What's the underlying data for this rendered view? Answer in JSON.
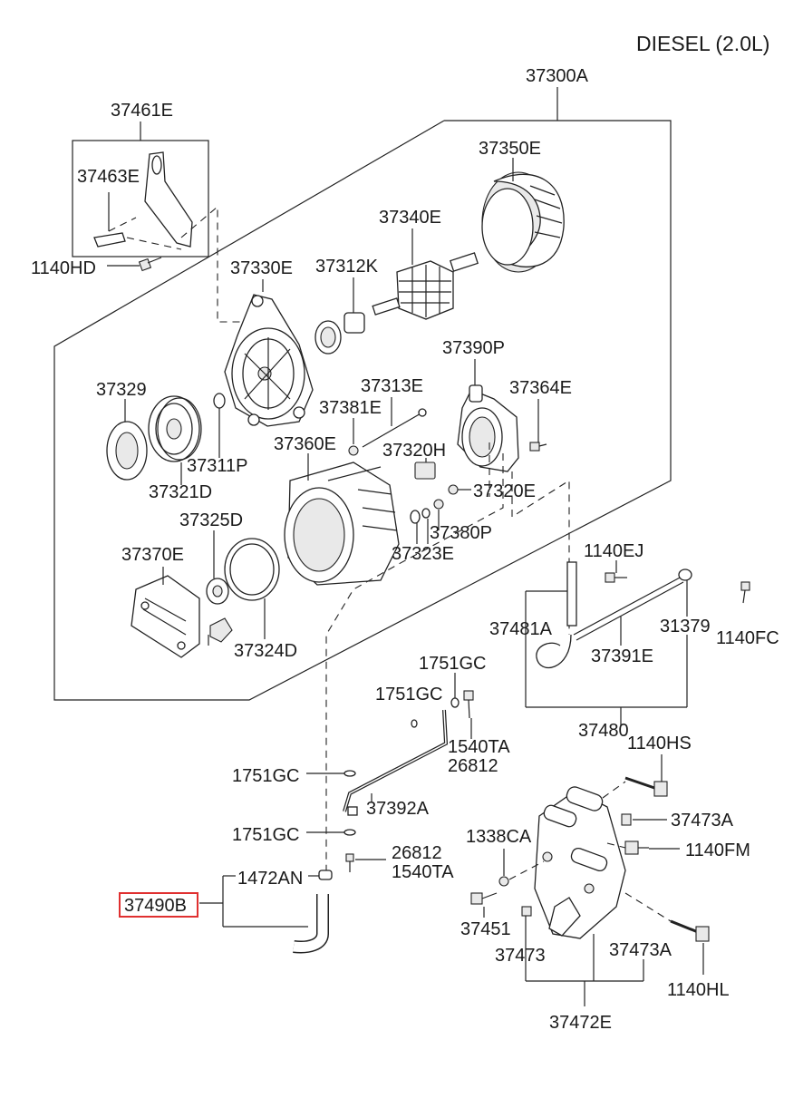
{
  "title": "DIESEL (2.0L)",
  "labels": {
    "l37300A": "37300A",
    "l37461E": "37461E",
    "l37463E": "37463E",
    "l1140HD": "1140HD",
    "l37350E": "37350E",
    "l37340E": "37340E",
    "l37330E": "37330E",
    "l37312K": "37312K",
    "l37390P": "37390P",
    "l37329": "37329",
    "l37313E": "37313E",
    "l37364E": "37364E",
    "l37381E": "37381E",
    "l37360E": "37360E",
    "l37320H": "37320H",
    "l37311P": "37311P",
    "l37321D": "37321D",
    "l37320E": "37320E",
    "l37325D": "37325D",
    "l37380P": "37380P",
    "l37323E": "37323E",
    "l37370E": "37370E",
    "l37324D": "37324D",
    "l1140EJ": "1140EJ",
    "l37481A": "37481A",
    "l31379": "31379",
    "l1140FC": "1140FC",
    "l37391E": "37391E",
    "l1751GC_a": "1751GC",
    "l1751GC_b": "1751GC",
    "l1540TA_a": "1540TA",
    "l26812_a": "26812",
    "l37480": "37480",
    "l1140HS": "1140HS",
    "l1751GC_c": "1751GC",
    "l37392A": "37392A",
    "l37473A_a": "37473A",
    "l1751GC_d": "1751GC",
    "l1338CA": "1338CA",
    "l1140FM": "1140FM",
    "l26812_b": "26812",
    "l1540TA_b": "1540TA",
    "l1472AN": "1472AN",
    "l37490B": "37490B",
    "l37451": "37451",
    "l37473": "37473",
    "l37473A_b": "37473A",
    "l1140HL": "1140HL",
    "l37472E": "37472E"
  },
  "highlight_color": "#e03030"
}
